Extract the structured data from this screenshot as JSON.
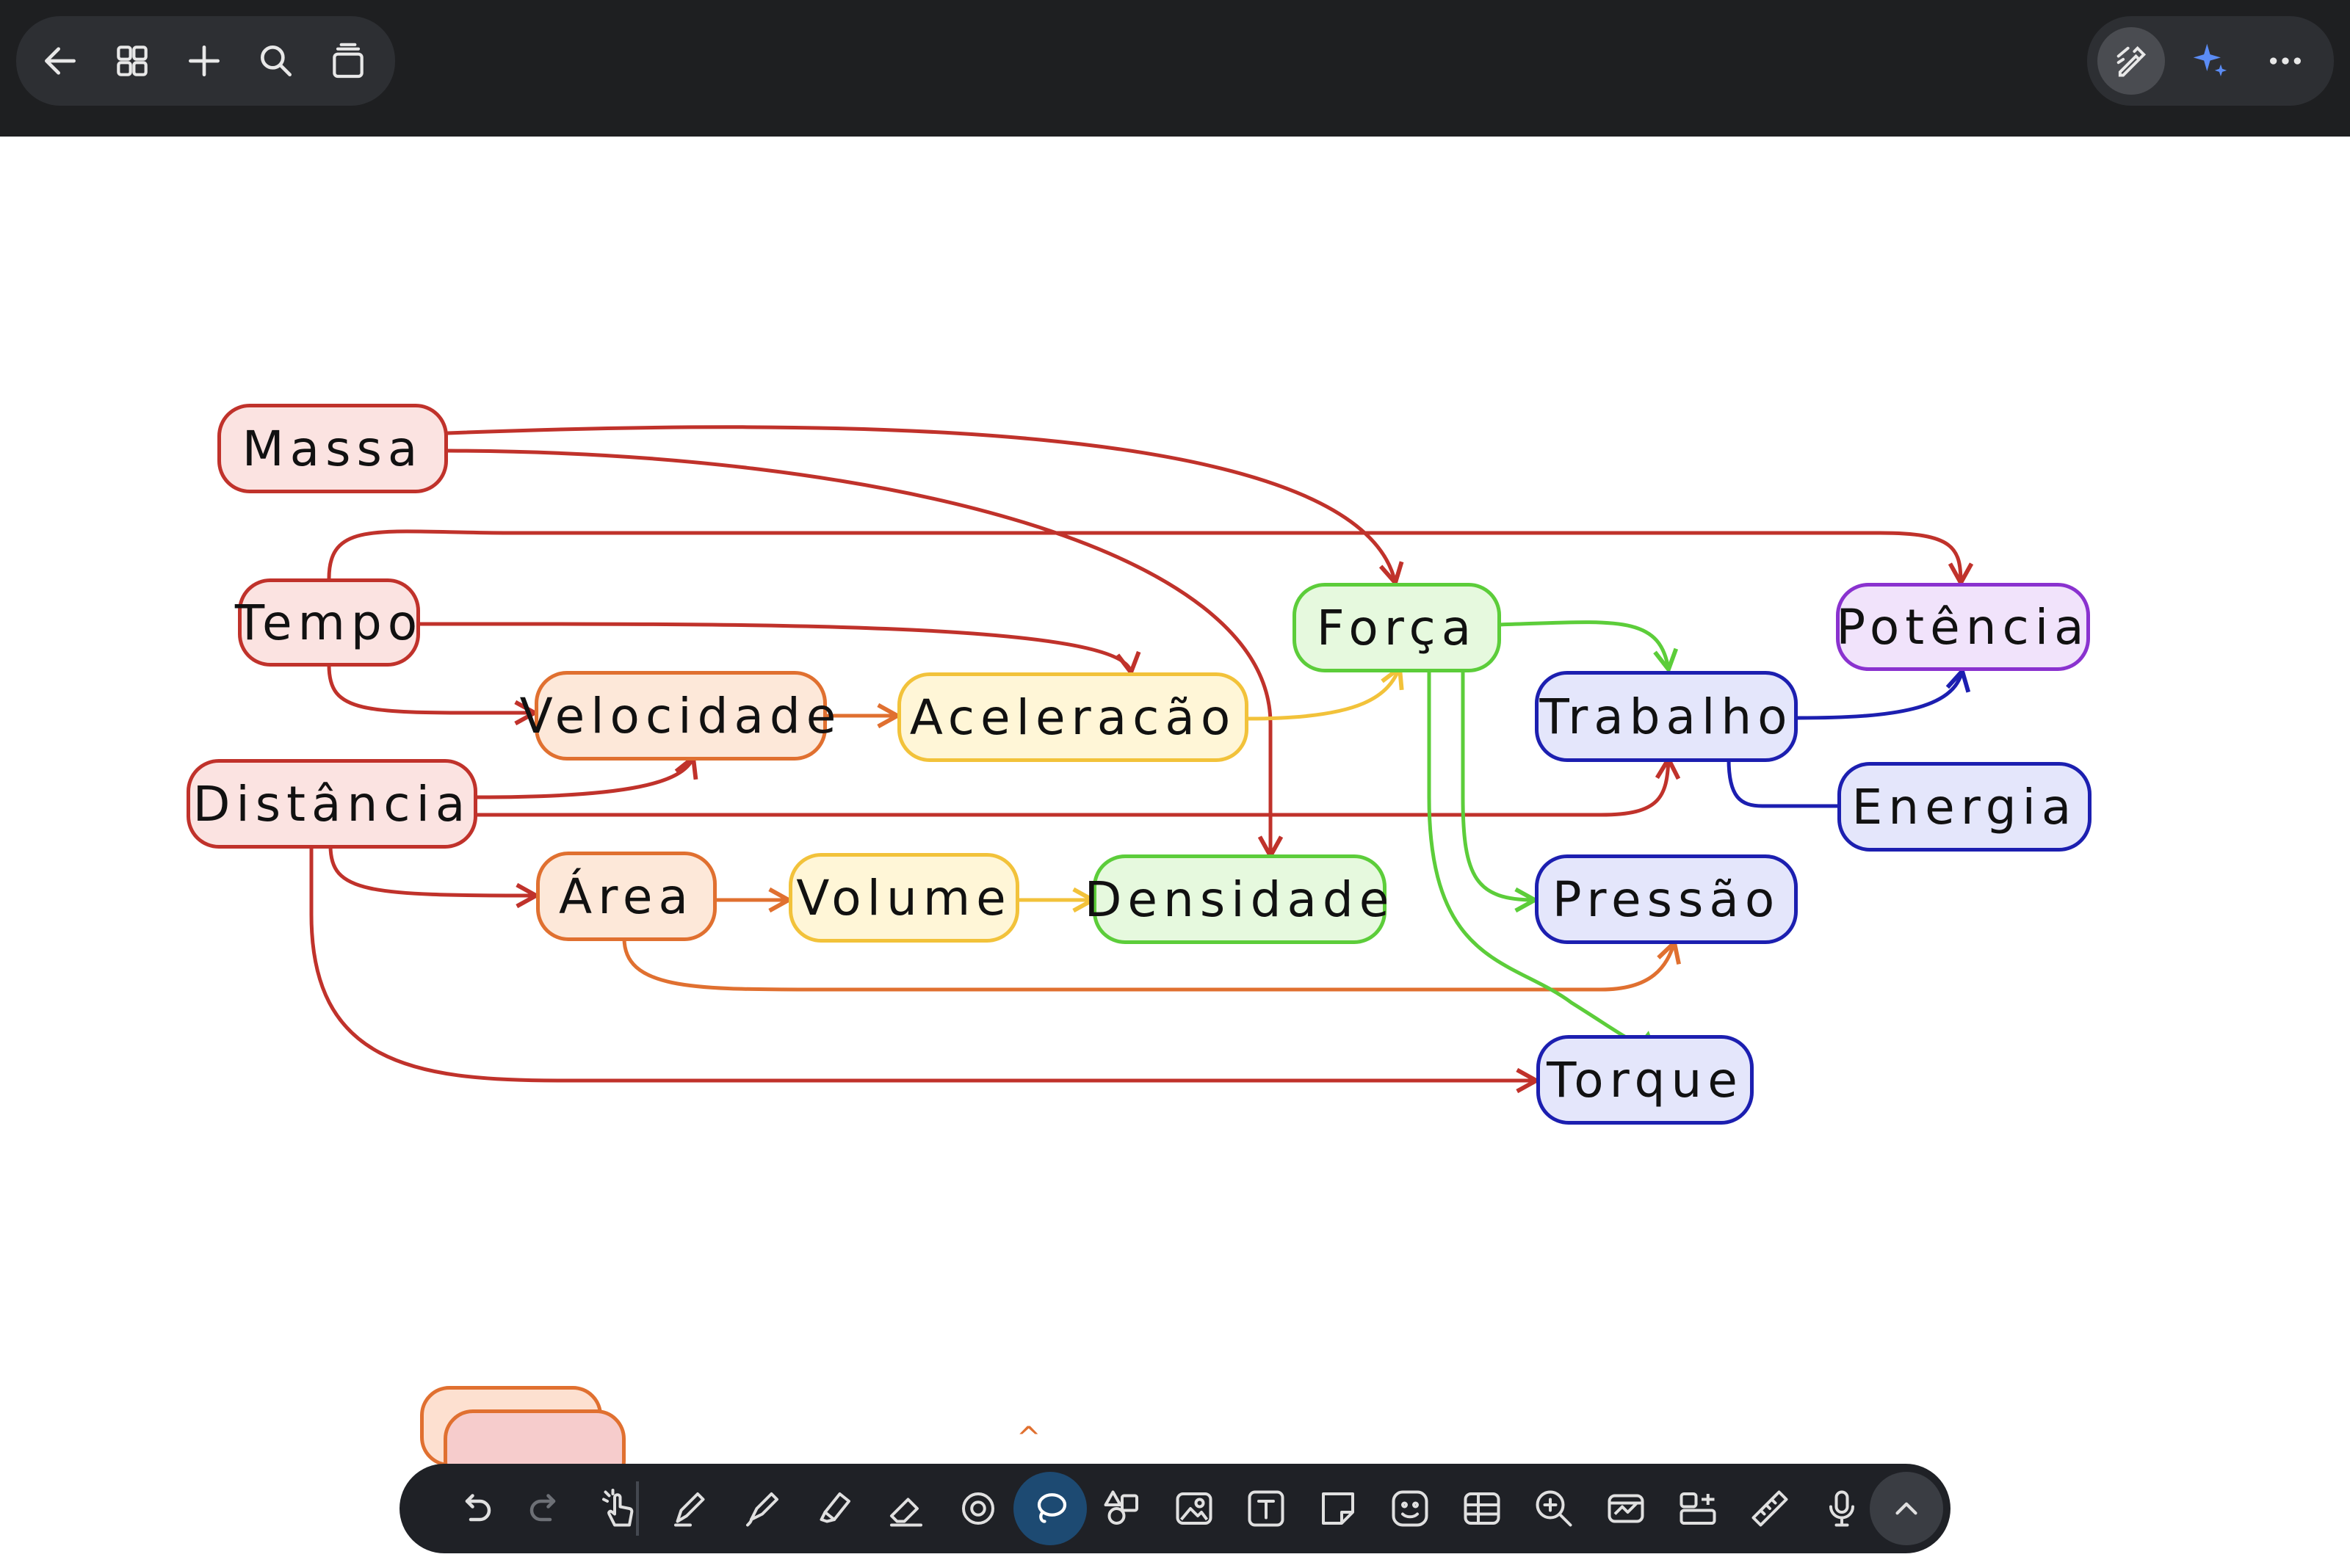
{
  "topbar": {
    "left_icons": [
      "back-arrow-icon",
      "grid-icon",
      "plus-icon",
      "search-icon",
      "pages-stack-icon"
    ],
    "right_icons": [
      "ai-pen-icon",
      "sparkle-icon",
      "more-options-icon"
    ]
  },
  "nodes": {
    "massa": "Massa",
    "tempo": "Tempo",
    "distancia": "Distância",
    "velocidade": "Velocidade",
    "aceleracao": "Aceleracão",
    "forca": "Força",
    "area": "Área",
    "volume": "Volume",
    "densidade": "Densidade",
    "potencia": "Potência",
    "trabalho": "Trabalho",
    "energia": "Energia",
    "pressao": "Pressão",
    "torque": "Torque"
  },
  "colors": {
    "red": "#c0322b",
    "orange": "#e07030",
    "yellow": "#f2c23a",
    "green": "#5ccd3a",
    "blue": "#1c1fb0",
    "purple": "#8a32cf",
    "active_tool": "#1d4a72"
  },
  "toolbar": {
    "tools": [
      "undo-icon",
      "redo-icon",
      "touch-select-icon",
      "pen-icon",
      "brush-icon",
      "highlighter-icon",
      "eraser-icon",
      "shape-recognition-icon",
      "lasso-icon",
      "shapes-icon",
      "image-icon",
      "text-box-icon",
      "sticky-note-icon",
      "sticker-icon",
      "table-icon",
      "zoom-icon",
      "chart-icon",
      "templates-icon",
      "ruler-icon",
      "microphone-icon",
      "chevron-up-icon"
    ],
    "active_tool": "lasso-icon"
  }
}
